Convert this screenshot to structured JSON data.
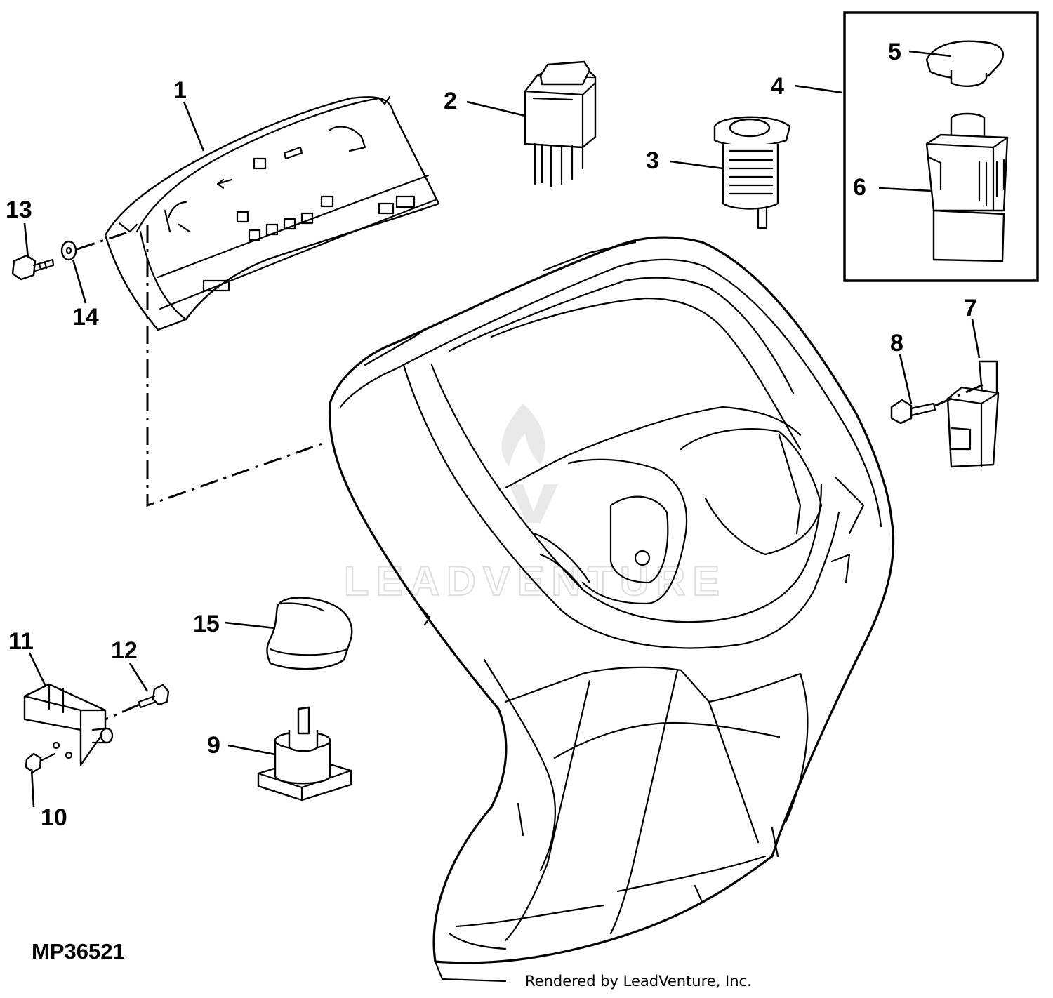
{
  "diagram": {
    "figure_id": "MP36521",
    "credit": "Rendered by LeadVenture, Inc.",
    "watermark": "LEADVENTURE",
    "callouts": [
      {
        "id": "c1",
        "text": "1"
      },
      {
        "id": "c2",
        "text": "2"
      },
      {
        "id": "c3",
        "text": "3"
      },
      {
        "id": "c4",
        "text": "4"
      },
      {
        "id": "c5",
        "text": "5"
      },
      {
        "id": "c6",
        "text": "6"
      },
      {
        "id": "c7",
        "text": "7"
      },
      {
        "id": "c8",
        "text": "8"
      },
      {
        "id": "c9",
        "text": "9"
      },
      {
        "id": "c10",
        "text": "10"
      },
      {
        "id": "c11",
        "text": "11"
      },
      {
        "id": "c12",
        "text": "12"
      },
      {
        "id": "c13",
        "text": "13"
      },
      {
        "id": "c14",
        "text": "14"
      },
      {
        "id": "c15",
        "text": "15"
      }
    ]
  }
}
